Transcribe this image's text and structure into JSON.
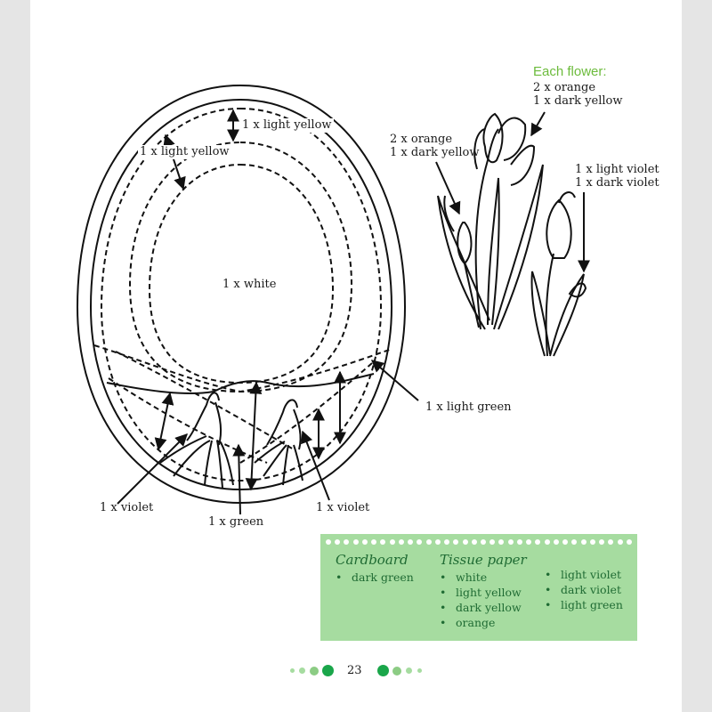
{
  "diagram": {
    "basket_labels": {
      "top_right": "1 x light yellow",
      "top_left": "1 x light yellow",
      "center": "1 x white",
      "light_green": "1 x light green",
      "violet_left": "1 x violet",
      "green": "1 x green",
      "violet_right": "1 x violet"
    },
    "flower_labels": {
      "each_flower_title": "Each flower:",
      "each_flower_line1": "2 x orange",
      "each_flower_line2": "1 x dark yellow",
      "left_line1": "2 x orange",
      "left_line2": "1 x dark yellow",
      "right_line1": "1 x light violet",
      "right_line2": "1 x dark violet"
    }
  },
  "materials": {
    "cardboard_title": "Cardboard",
    "cardboard_items": [
      "dark green"
    ],
    "tissue_title": "Tissue paper",
    "tissue_items_col1": [
      "white",
      "light yellow",
      "dark yellow",
      "orange"
    ],
    "tissue_items_col2": [
      "light violet",
      "dark violet",
      "light green"
    ]
  },
  "page_number": "23",
  "colors": {
    "accent_green": "#6cbb3c",
    "box_green": "#a6dca0",
    "dark_green_text": "#1f6b33",
    "pager_dark": "#1aa64a",
    "pager_light": "#a6dca0"
  }
}
